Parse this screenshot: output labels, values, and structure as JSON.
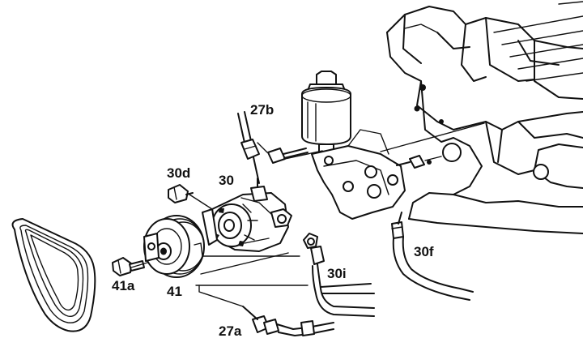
{
  "labels": {
    "l27b": "27b",
    "l30d": "30d",
    "l30": "30",
    "l41a": "41a",
    "l41": "41",
    "l30i": "30i",
    "l30f": "30f",
    "l27a": "27a"
  }
}
